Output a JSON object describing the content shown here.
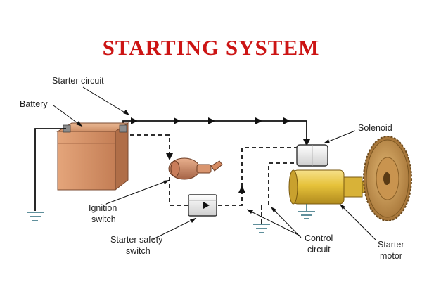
{
  "title": "STARTING SYSTEM",
  "labels": {
    "starter_circuit": "Starter circuit",
    "battery": "Battery",
    "solenoid": "Solenoid",
    "ignition_switch_l1": "Ignition",
    "ignition_switch_l2": "switch",
    "starter_safety_l1": "Starter safety",
    "starter_safety_l2": "switch",
    "control_circuit_l1": "Control",
    "control_circuit_l2": "circuit",
    "starter_motor_l1": "Starter",
    "starter_motor_l2": "motor"
  },
  "colors": {
    "title": "#cc1414",
    "battery": "#d9a07a",
    "solenoid": "#f2f2f2",
    "motor": "#e6c23a",
    "gear": "#c99a56",
    "ground": "#2a6a7a"
  }
}
